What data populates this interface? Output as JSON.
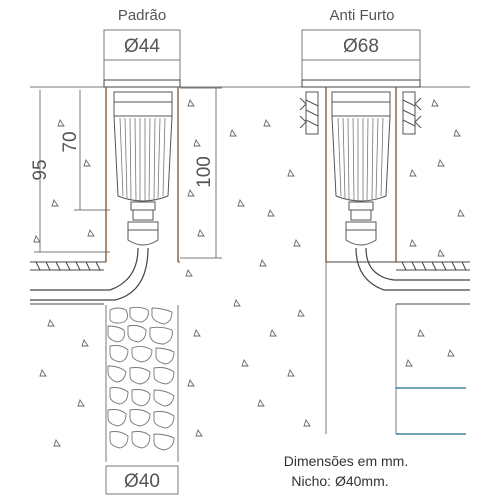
{
  "labels": {
    "title_left": "Padrão",
    "title_right": "Anti Furto",
    "dia_left": "Ø44",
    "dia_right": "Ø68",
    "dim_70": "70",
    "dim_95": "95",
    "dim_100": "100",
    "dia_bottom": "Ø40",
    "note_line1": "Dimensões em mm.",
    "note_line2": "Nicho: Ø40mm."
  },
  "colors": {
    "line": "#7a7a7a",
    "dark": "#444444",
    "housing": "#8a5a3a",
    "accent": "#1a6a8a",
    "text": "#555555"
  }
}
